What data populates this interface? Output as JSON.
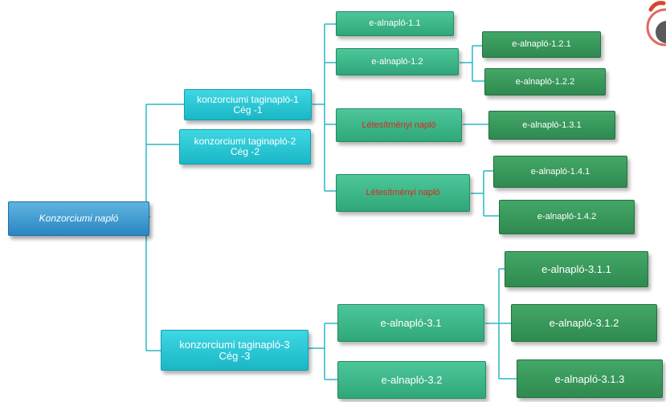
{
  "diagram": {
    "root": {
      "label": "Konzorciumi napló"
    },
    "branch1": {
      "line1": "konzorciumi taginapló-1",
      "line2": "Cég -1",
      "a": {
        "label": "e-alnapló-1.1"
      },
      "b": {
        "label": "e-alnapló-1.2",
        "c1": {
          "label": "e-alnapló-1.2.1"
        },
        "c2": {
          "label": "e-alnapló-1.2.2"
        }
      },
      "c": {
        "label": "Létesítményi napló",
        "c1": {
          "label": "e-alnapló-1.3.1"
        }
      },
      "d": {
        "label": "Létesítményi napló",
        "c1": {
          "label": "e-alnapló-1.4.1"
        },
        "c2": {
          "label": "e-alnapló-1.4.2"
        }
      }
    },
    "branch2": {
      "line1": "konzorciumi taginapló-2",
      "line2": "Cég -2"
    },
    "branch3": {
      "line1": "konzorciumi taginapló-3",
      "line2": "Cég -3",
      "a": {
        "label": "e-alnapló-3.1",
        "c1": {
          "label": "e-alnapló-3.1.1"
        },
        "c2": {
          "label": "e-alnapló-3.1.2"
        },
        "c3": {
          "label": "e-alnapló-3.1.3"
        }
      },
      "b": {
        "label": "e-alnapló-3.2"
      }
    }
  },
  "colors": {
    "connector": "#29b8c4",
    "level1": "#22c2d0",
    "level2": "#38b586",
    "level3": "#369658",
    "root": "#3a9bd4",
    "red_text": "#d8291f"
  }
}
